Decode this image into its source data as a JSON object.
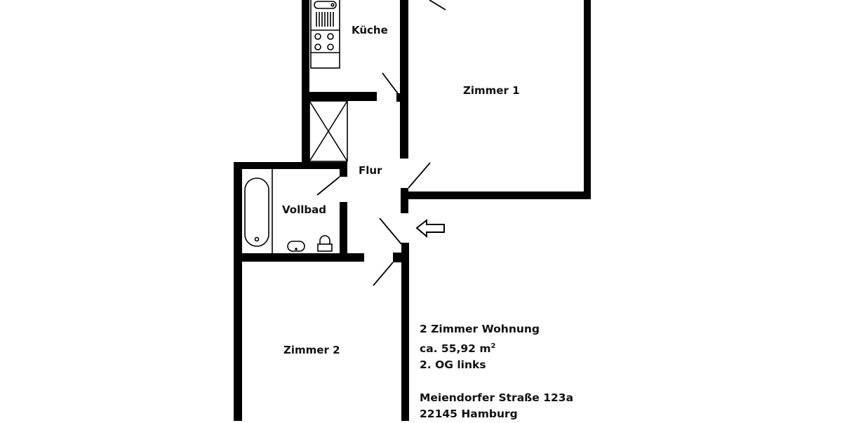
{
  "floorplan": {
    "rooms": [
      {
        "id": "kueche",
        "label": "Küche"
      },
      {
        "id": "zimmer1",
        "label": "Zimmer 1"
      },
      {
        "id": "flur",
        "label": "Flur"
      },
      {
        "id": "vollbad",
        "label": "Vollbad"
      },
      {
        "id": "zimmer2",
        "label": "Zimmer 2"
      }
    ],
    "entrance_arrow": "entrance-arrow",
    "colors": {
      "wall": "#000000",
      "background": "#ffffff",
      "text": "#111111"
    }
  },
  "info": {
    "title": "2 Zimmer Wohnung",
    "area_prefix": "ca. 55,92 m",
    "area_sup": "2",
    "floor": "2. OG links",
    "street": "Meiendorfer Straße 123a",
    "city": "22145 Hamburg"
  }
}
